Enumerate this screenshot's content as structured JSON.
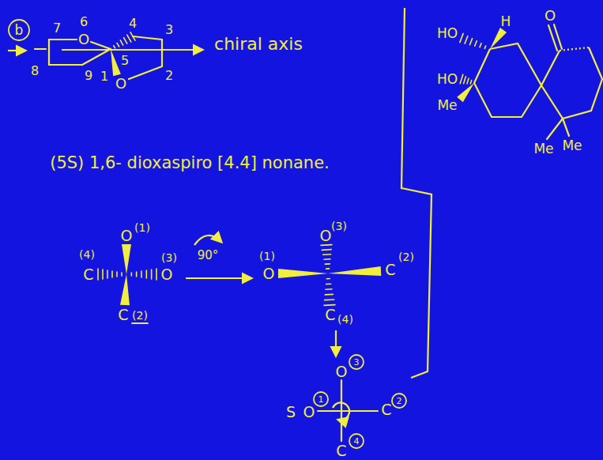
{
  "diagram": {
    "labels": [
      "b",
      "7",
      "6",
      "4",
      "3",
      "O",
      "8",
      "9",
      "5",
      "1",
      "O",
      "2",
      "chiral axis",
      "(5S) 1,6- dioxaspiro [4.4] nonane.",
      "O",
      "(1)",
      "(4)",
      "C",
      "(3)",
      "O",
      "C",
      "(2)",
      "90°",
      "O",
      "(3)",
      "(1)",
      "O",
      "C",
      "(2)",
      "C",
      "(4)",
      "S",
      "O",
      "1",
      "O",
      "3",
      "C",
      "2",
      "C",
      "4",
      "HO",
      "H",
      "HO",
      "Me",
      "O",
      "Me",
      "Me"
    ]
  }
}
